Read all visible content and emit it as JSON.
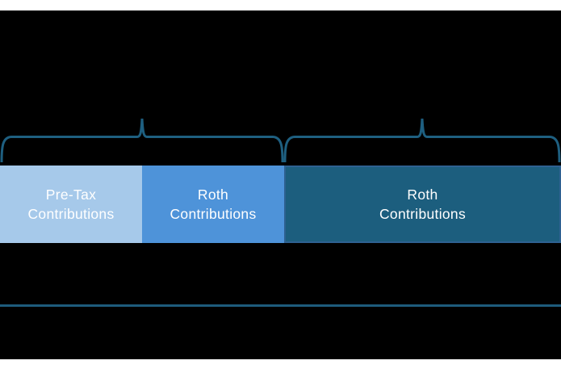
{
  "figure": {
    "background_color": "#000000",
    "top_margin_color": "#ffffff",
    "bottom_margin_color": "#ffffff",
    "brace_color": "#1e5f80",
    "divider_color": "#1e5b7c",
    "bar_segments": [
      {
        "label_line1": "Pre-Tax",
        "label_line2": "Contributions",
        "fill_color": "#a6c9ea",
        "text_color": "#ffffff"
      },
      {
        "label_line1": "Roth",
        "label_line2": "Contributions",
        "fill_color": "#4e93d9",
        "text_color": "#ffffff"
      },
      {
        "label_line1": "Roth",
        "label_line2": "Contributions",
        "fill_color": "#1c5e7e",
        "border_color": "#2e6191",
        "text_color": "#ffffff"
      }
    ]
  }
}
